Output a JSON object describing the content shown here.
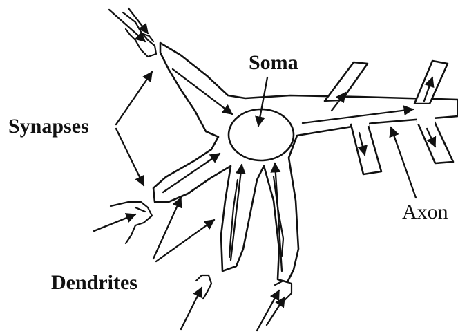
{
  "diagram": {
    "labels": {
      "soma": "Soma",
      "synapses": "Synapses",
      "dendrites": "Dendrites",
      "axon": "Axon"
    },
    "ink_color": "#111111",
    "background_color": "#ffffff"
  }
}
